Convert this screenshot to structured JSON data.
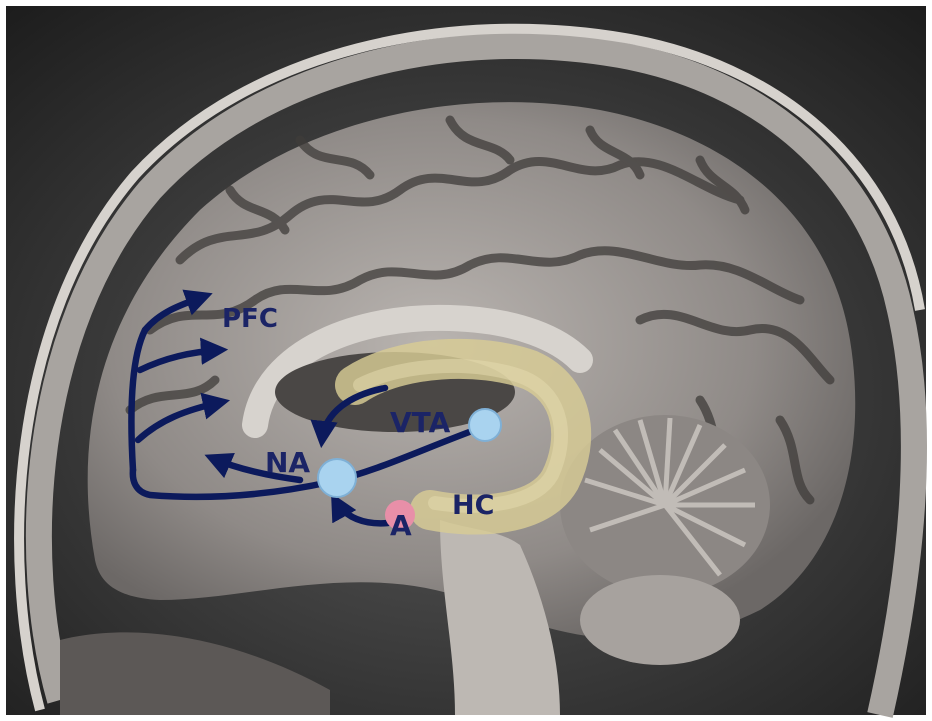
{
  "labels": {
    "pfc": "PFC",
    "vta": "VTA",
    "na": "NA",
    "hc": "HC",
    "a": "A"
  },
  "colors": {
    "pathway": "#0c1a5c",
    "label": "#1b2466",
    "node_blue": "#a9d3ef",
    "node_pink": "#e88fa8",
    "hippocampus": "#d8cc95"
  }
}
